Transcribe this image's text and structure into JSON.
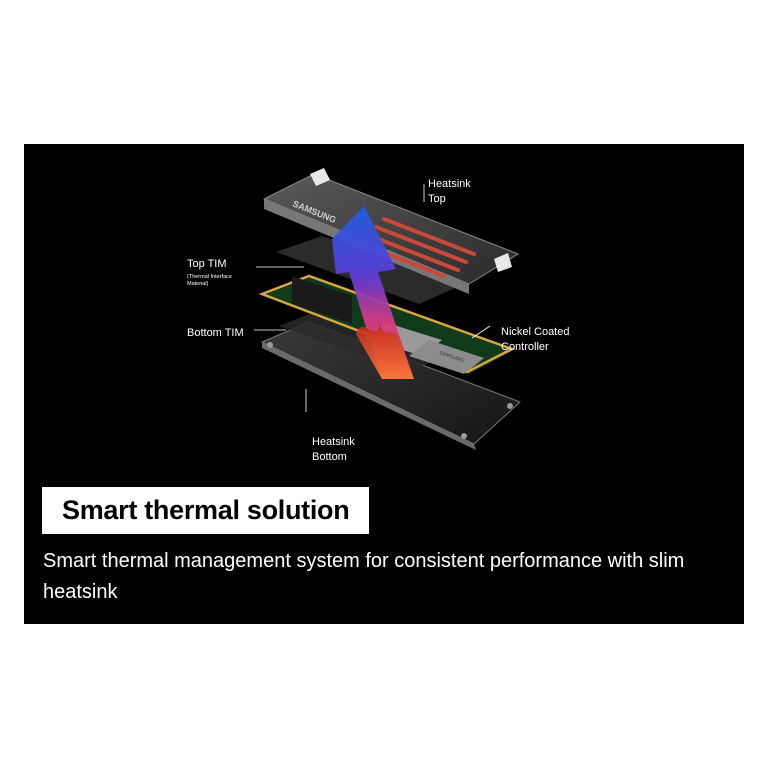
{
  "illustration": {
    "brand_text": "SAMSUNG",
    "module_label": "SAMSUNG",
    "labels": {
      "heatsink_top": "Heatsink\nTop",
      "top_tim": "Top TIM",
      "top_tim_sub": "(Thermal Interface\nMaterial)",
      "bottom_tim": "Bottom TIM",
      "nickel_controller": "Nickel Coated\nController",
      "heatsink_bottom": "Heatsink\nBottom"
    }
  },
  "feature": {
    "title": "Smart thermal solution",
    "description": "Smart thermal management system for consistent performance with slim heatsink"
  }
}
